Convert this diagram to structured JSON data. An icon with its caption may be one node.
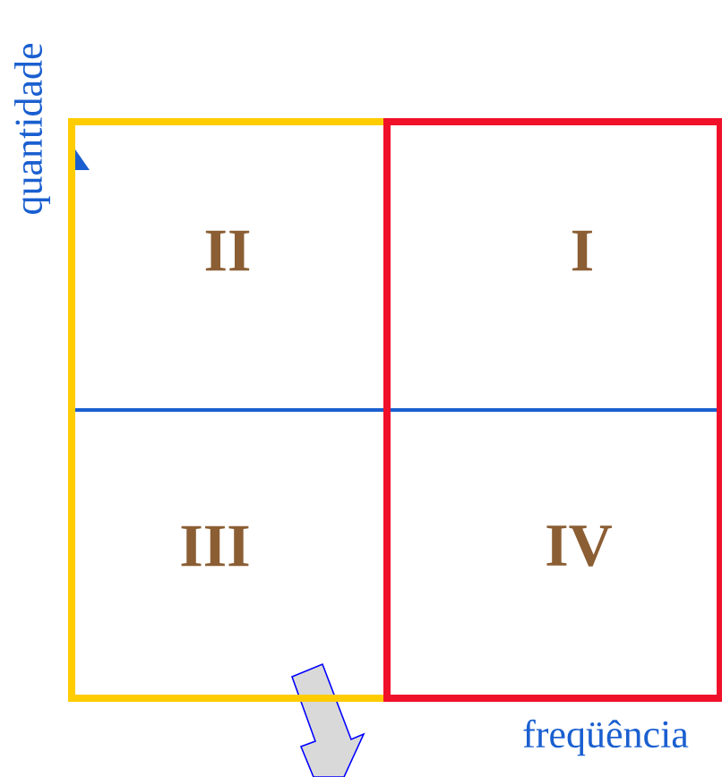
{
  "diagram": {
    "nodes": [
      {
        "text": [
          "II",
          "III"
        ]
      },
      {
        "text": [
          "I",
          "IV"
        ]
      }
    ],
    "edges": [],
    "labels": [
      "quantidade",
      "freqüência"
    ]
  }
}
